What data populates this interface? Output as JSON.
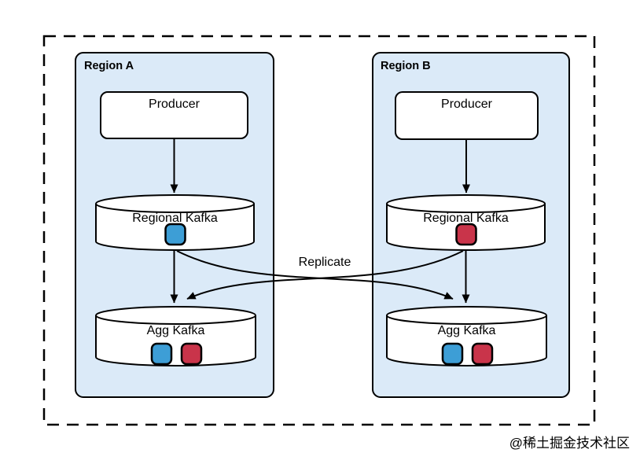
{
  "diagram": {
    "replicate_label": "Replicate",
    "watermark": "@稀土掘金技术社区",
    "regions": [
      {
        "label": "Region A",
        "producer": "Producer",
        "regional_kafka": "Regional Kafka",
        "agg_kafka": "Agg Kafka",
        "regional_topics": [
          "blue"
        ],
        "agg_topics": [
          "blue",
          "red"
        ]
      },
      {
        "label": "Region B",
        "producer": "Producer",
        "regional_kafka": "Regional Kafka",
        "agg_kafka": "Agg Kafka",
        "regional_topics": [
          "red"
        ],
        "agg_topics": [
          "blue",
          "red"
        ]
      }
    ],
    "colors": {
      "region_fill": "#dbeaf8",
      "node_fill": "#ffffff",
      "stroke": "#000000",
      "blue_topic": "#3d9ed6",
      "red_topic": "#c9344a",
      "watermark": "#b9b9b9"
    }
  }
}
